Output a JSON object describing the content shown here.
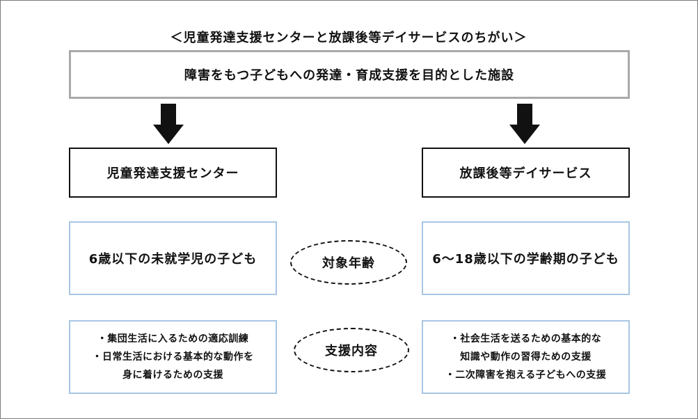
{
  "title": "＜児童発達支援センターと放課後等デイサービスのちがい＞",
  "top_box": "障害をもつ子どもへの発達・育成支援を目的とした施設",
  "left": {
    "name": "児童発達支援センター",
    "age": "6歳以下の未就学児の子ども",
    "support_lines": [
      "・集団生活に入るための適応訓練",
      "・日常生活における基本的な動作を",
      "身に着けるための支援"
    ]
  },
  "right": {
    "name": "放課後等デイサービス",
    "age": "6～18歳以下の学齢期の子ども",
    "support_lines": [
      "・社会生活を送るための基本的な",
      "知識や動作の習得ための支援",
      "・二次障害を抱える子どもへの支援"
    ]
  },
  "labels": {
    "age": "対象年齢",
    "support": "支援内容"
  },
  "colors": {
    "top_box_border": "#a9a9a9",
    "info_box_border": "#a7c6e3",
    "arrow": "#111111"
  },
  "icons": [
    "arrow-down-icon"
  ]
}
